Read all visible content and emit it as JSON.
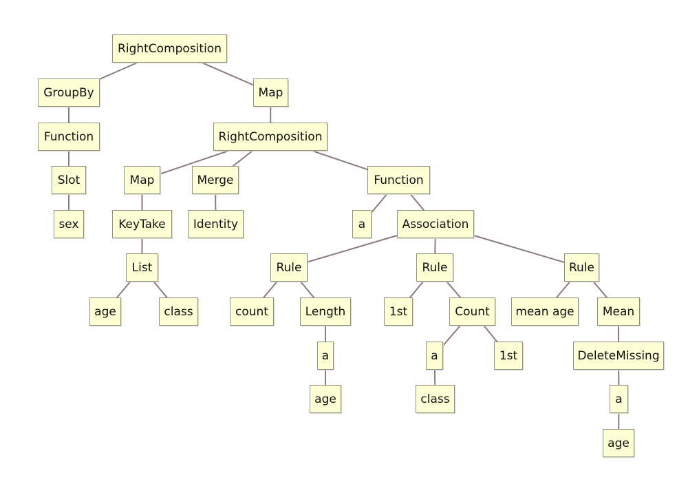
{
  "diagram": {
    "type": "expression-tree",
    "nodes": [
      {
        "id": 0,
        "label": "RightComposition"
      },
      {
        "id": 1,
        "label": "GroupBy"
      },
      {
        "id": 2,
        "label": "Map"
      },
      {
        "id": 3,
        "label": "Function"
      },
      {
        "id": 4,
        "label": "RightComposition"
      },
      {
        "id": 5,
        "label": "Slot"
      },
      {
        "id": 6,
        "label": "Map"
      },
      {
        "id": 7,
        "label": "Merge"
      },
      {
        "id": 8,
        "label": "Function"
      },
      {
        "id": 9,
        "label": "sex"
      },
      {
        "id": 10,
        "label": "KeyTake"
      },
      {
        "id": 11,
        "label": "Identity"
      },
      {
        "id": 12,
        "label": "a"
      },
      {
        "id": 13,
        "label": "Association"
      },
      {
        "id": 14,
        "label": "List"
      },
      {
        "id": 15,
        "label": "Rule"
      },
      {
        "id": 16,
        "label": "Rule"
      },
      {
        "id": 17,
        "label": "Rule"
      },
      {
        "id": 18,
        "label": "age"
      },
      {
        "id": 19,
        "label": "class"
      },
      {
        "id": 20,
        "label": "count"
      },
      {
        "id": 21,
        "label": "Length"
      },
      {
        "id": 22,
        "label": "1st"
      },
      {
        "id": 23,
        "label": "Count"
      },
      {
        "id": 24,
        "label": "mean age"
      },
      {
        "id": 25,
        "label": "Mean"
      },
      {
        "id": 26,
        "label": "a"
      },
      {
        "id": 27,
        "label": "a"
      },
      {
        "id": 28,
        "label": "1st"
      },
      {
        "id": 29,
        "label": "DeleteMissing"
      },
      {
        "id": 30,
        "label": "age"
      },
      {
        "id": 31,
        "label": "class"
      },
      {
        "id": 32,
        "label": "a"
      },
      {
        "id": 33,
        "label": "age"
      }
    ],
    "edges": [
      [
        0,
        1
      ],
      [
        0,
        2
      ],
      [
        1,
        3
      ],
      [
        2,
        4
      ],
      [
        3,
        5
      ],
      [
        4,
        6
      ],
      [
        4,
        7
      ],
      [
        4,
        8
      ],
      [
        5,
        9
      ],
      [
        6,
        10
      ],
      [
        7,
        11
      ],
      [
        8,
        12
      ],
      [
        8,
        13
      ],
      [
        10,
        14
      ],
      [
        13,
        15
      ],
      [
        13,
        16
      ],
      [
        13,
        17
      ],
      [
        14,
        18
      ],
      [
        14,
        19
      ],
      [
        15,
        20
      ],
      [
        15,
        21
      ],
      [
        16,
        22
      ],
      [
        16,
        23
      ],
      [
        17,
        24
      ],
      [
        17,
        25
      ],
      [
        21,
        26
      ],
      [
        23,
        27
      ],
      [
        23,
        28
      ],
      [
        25,
        29
      ],
      [
        26,
        30
      ],
      [
        27,
        31
      ],
      [
        29,
        32
      ],
      [
        32,
        33
      ]
    ],
    "colors": {
      "node_fill": "#ffffd6",
      "node_border": "#8f8f82",
      "edge": "#8a7a7e"
    }
  }
}
